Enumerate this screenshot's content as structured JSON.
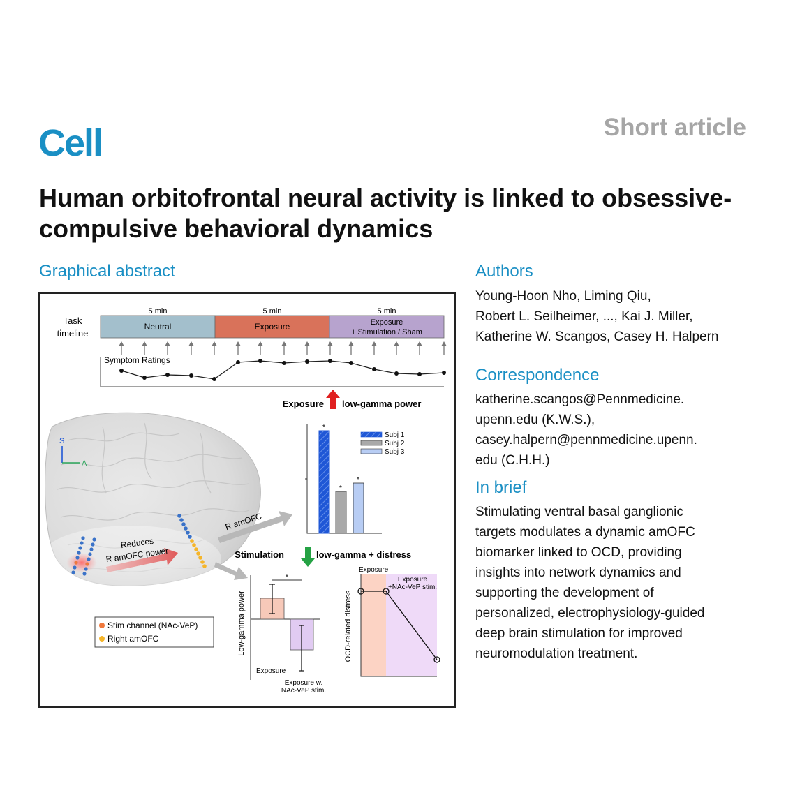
{
  "header": {
    "journal": "Cell",
    "article_type": "Short article"
  },
  "title": "Human orbitofrontal neural activity is linked to obsessive-compulsive behavioral dynamics",
  "graphical_abstract": {
    "heading": "Graphical abstract",
    "timeline": {
      "label_line1": "Task",
      "label_line2": "timeline",
      "segments": [
        {
          "duration": "5 min",
          "label": "Neutral",
          "color": "#a3bfcc"
        },
        {
          "duration": "5 min",
          "label": "Exposure",
          "color": "#d9725a"
        },
        {
          "duration": "5 min",
          "label_line1": "Exposure",
          "label_line2": "+ Stimulation / Sham",
          "color": "#b7a3ce"
        }
      ],
      "ratings_label": "Symptom Ratings"
    },
    "exposure_panel": {
      "title_left": "Exposure",
      "title_right": "low-gamma power",
      "legend": [
        "Subj 1",
        "Subj 2",
        "Subj 3"
      ],
      "sig_marker": "*"
    },
    "brain": {
      "axis_s": "S",
      "axis_a": "A",
      "arrow_text_line1": "Reduces",
      "arrow_text_line2": "R amOFC power",
      "pathway_label": "R amOFC",
      "legend": [
        {
          "label": "Stim channel (NAc-VeP)",
          "color": "#f0783c"
        },
        {
          "label": "Right amOFC",
          "color": "#f5b52a"
        }
      ]
    },
    "stim_panel": {
      "title_left": "Stimulation",
      "title_right": "low-gamma + distress",
      "bar_ylabel": "Low-gamma power",
      "bar_label_1": "Exposure",
      "bar_label_2_line1": "Exposure w.",
      "bar_label_2_line2": "NAc-VeP stim.",
      "sig_marker": "*",
      "line_ylabel": "OCD-related distress",
      "line_label_1": "Exposure",
      "line_label_2_line1": "Exposure",
      "line_label_2_line2": "+NAc-VeP stim."
    }
  },
  "authors": {
    "heading": "Authors",
    "lines": [
      "Young-Hoon Nho, Liming Qiu,",
      "Robert L. Seilheimer, ..., Kai J. Miller,",
      "Katherine W. Scangos, Casey H. Halpern"
    ]
  },
  "correspondence": {
    "heading": "Correspondence",
    "lines": [
      "katherine.scangos@Pennmedicine.",
      "upenn.edu (K.W.S.),",
      "casey.halpern@pennmedicine.upenn.",
      "edu (C.H.H.)"
    ]
  },
  "in_brief": {
    "heading": "In brief",
    "lines": [
      "Stimulating ventral basal ganglionic",
      "targets modulates a dynamic amOFC",
      "biomarker linked to OCD, providing",
      "insights into network dynamics and",
      "supporting the development of",
      "personalized, electrophysiology-guided",
      "deep brain stimulation for improved",
      "neuromodulation treatment."
    ]
  }
}
